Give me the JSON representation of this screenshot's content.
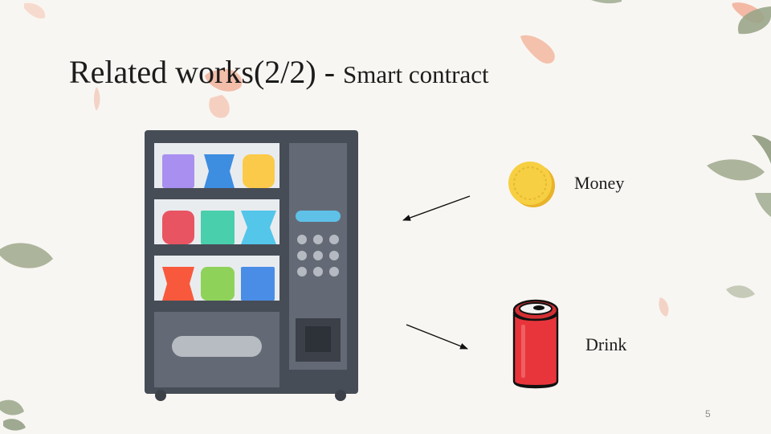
{
  "slide": {
    "title_main": "Related works(2/2) - ",
    "title_sub": "Smart contract",
    "money_label": "Money",
    "drink_label": "Drink",
    "page_number": "5"
  },
  "colors": {
    "background": "#f8f6f2",
    "machine_frame": "#474d57",
    "machine_panel": "#646a75",
    "coin": "#f5c83b",
    "can": "#e7353b",
    "leaf": "#9aa68a",
    "petal": "#f1b49c"
  },
  "icons": [
    "vending-machine-icon",
    "coin-icon",
    "soda-can-icon",
    "leaf-icon",
    "petal-icon"
  ]
}
